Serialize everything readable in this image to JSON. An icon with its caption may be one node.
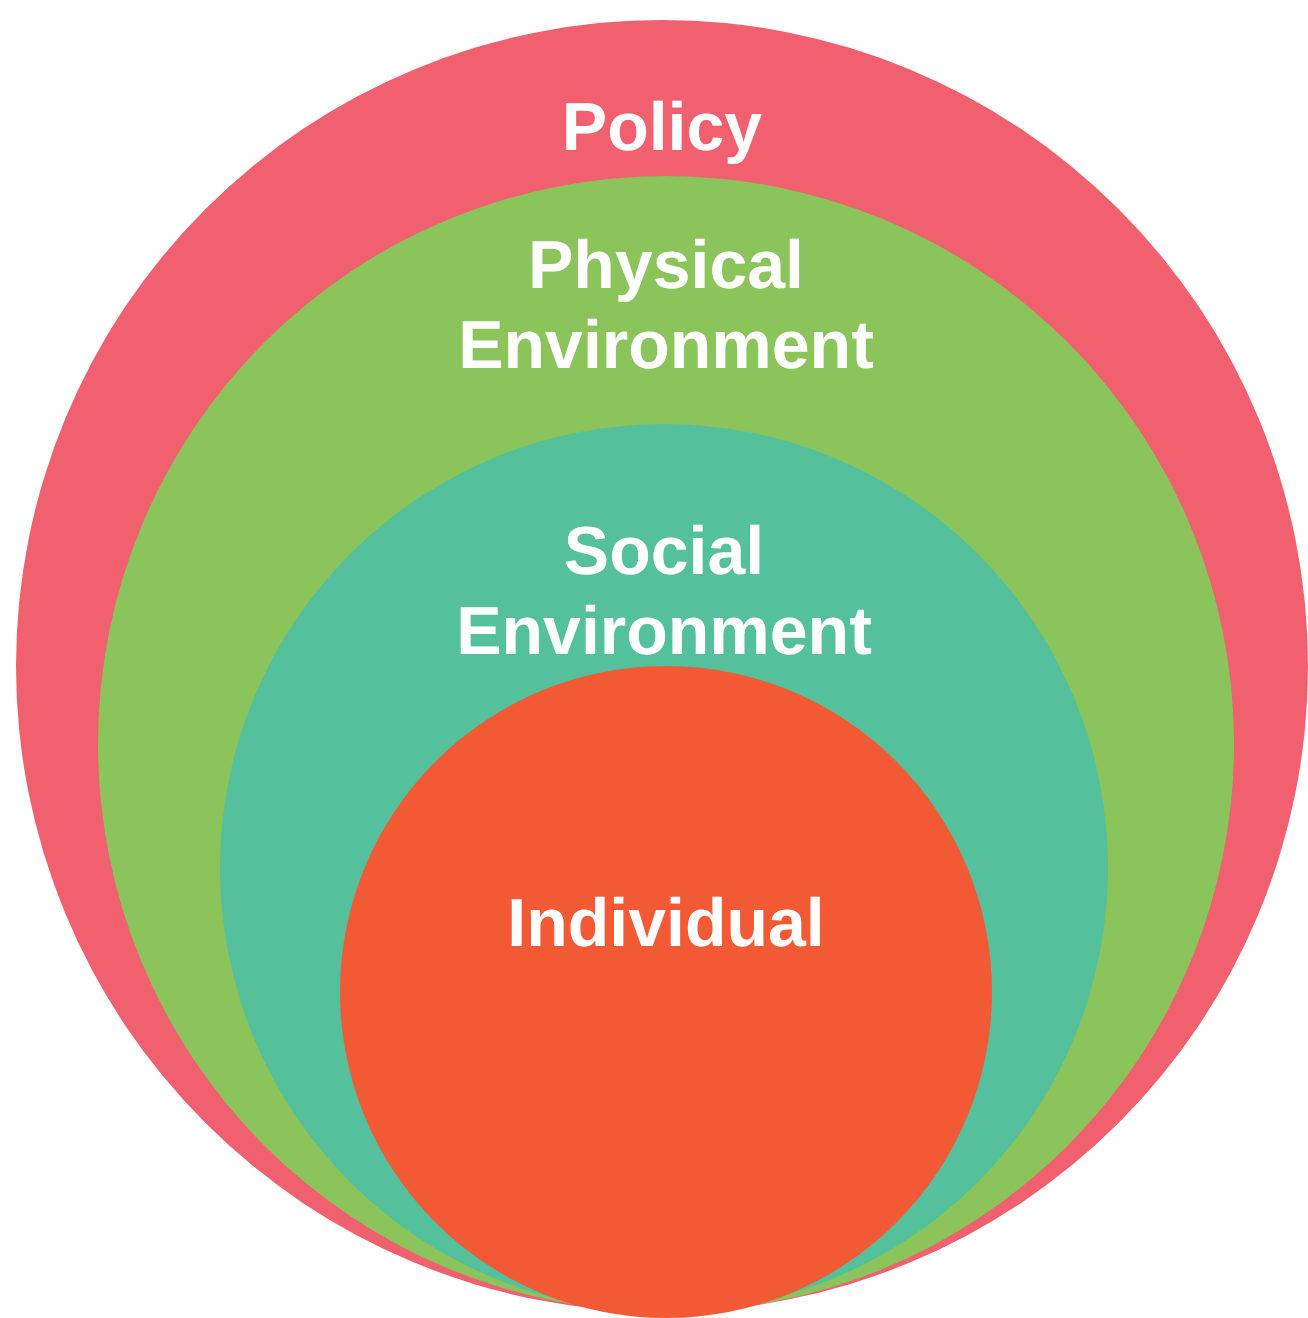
{
  "diagram": {
    "nodes": [
      {
        "text": [
          "Policy"
        ]
      },
      {
        "text": [
          "Physical Environment"
        ],
        "in": 0
      },
      {
        "text": [
          "Social Environment"
        ],
        "in": 1
      },
      {
        "text": [
          "Individual"
        ],
        "in": 2
      }
    ]
  }
}
